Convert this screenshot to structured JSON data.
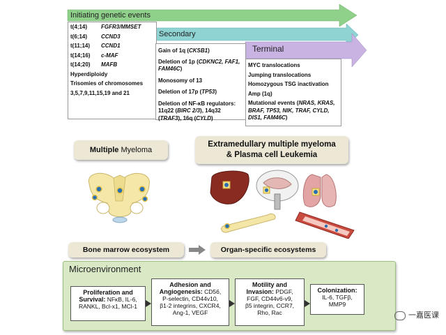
{
  "stages": {
    "initiating": {
      "title": "Initiating genetic events",
      "rows": [
        {
          "k": "t(4;14)",
          "g": "FGFR3/MMSET"
        },
        {
          "k": "t(6;14)",
          "g": "CCND3"
        },
        {
          "k": "t(11;14)",
          "g": "CCND1"
        },
        {
          "k": "t(14;16)",
          "g": "c-MAF"
        },
        {
          "k": "t(14;20)",
          "g": "MAFB"
        }
      ],
      "hyperdiploidy": "Hyperdiploidy",
      "trisomies": "Trisomies of chromosomes",
      "trisomies_list": "3,5,7,9,11,15,19 and 21"
    },
    "secondary": {
      "title": "Secondary",
      "gain": "Gain of 1q (",
      "gain_gene": "CKSB1",
      "gain_end": ")",
      "del1p": "Deletion of 1p (",
      "del1p_genes": "CDKNC2, FAF1,",
      "del1p_genes2": "FAM46C",
      "del1p_end": ")",
      "monosomy": "Monosomy of 13",
      "del17p": "Deletion of 17p (",
      "del17p_gene": "TP53",
      "del17p_end": ")",
      "delnfkb": "Deletion of NF-κB regulators:",
      "delnfkb2_a": "11q22 (",
      "delnfkb2_b": "BIRC 2/3",
      "delnfkb2_c": "), 14q32",
      "delnfkb3_a": "(",
      "delnfkb3_b": "TRAF3",
      "delnfkb3_c": "), 16q (",
      "delnfkb3_d": "CYLD",
      "delnfkb3_e": ")"
    },
    "terminal": {
      "title": "Terminal",
      "items": [
        "MYC translocations",
        "Jumping translocations",
        "Homozygous TSG inactivation",
        "Amp (1q)"
      ],
      "mut_a": "Mutational events (",
      "mut_b": "NRAS, KRAS,",
      "mut_c": "BRAF, TP53, NIK, TRAF, CYLD,",
      "mut_d": "DIS1, FAM46C",
      "mut_e": ")"
    }
  },
  "panels": {
    "mm_a": "Multiple ",
    "mm_b": "Myeloma",
    "emm_line1": "Extramedullary multiple myeloma",
    "emm_line2": "& Plasma cell Leukemia",
    "bone_marrow": "Bone marrow ecosystem",
    "organ": "Organ-specific ecosystems"
  },
  "microenvironment": {
    "title": "Microenvironment",
    "boxes": [
      {
        "h1": "Proliferation and",
        "h2": "Survival:",
        "t2": " NFκB, IL-6,",
        "t3": "RANKL, Bcl-x1, MCl-1"
      },
      {
        "h1": "Adhesion and",
        "h2": "Angiogenesis:",
        "t2": " CD56,",
        "t3": "P-selectin, CD44v10,",
        "t4": "β1-2 integrins, CXCR4,",
        "t5": "Ang-1, VEGF"
      },
      {
        "h1": "Motility and",
        "h2": "Invasion:",
        "t2": " PDGF,",
        "t3": "FGF, CD44v6-v9,",
        "t4": "β5 integrin, CCR7,",
        "t5": "Rho, Rac"
      },
      {
        "h1": "Colonization:",
        "t2": "IL-6, TGFβ,",
        "t3": "MMP9"
      }
    ]
  },
  "watermark": "一嘉医课",
  "colors": {
    "arrow_green": "#8fd08a",
    "arrow_cyan": "#8fd3d3",
    "arrow_purple": "#c9b3e3",
    "pill": "#ede8d6",
    "micro_bg": "#d9e9c6"
  }
}
